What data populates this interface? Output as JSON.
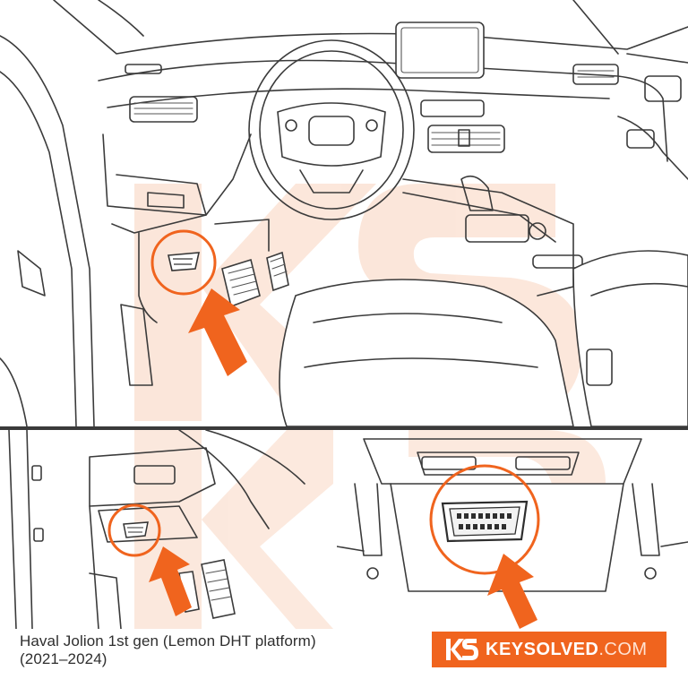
{
  "caption": {
    "line1": "Haval Jolion 1st gen (Lemon DHT platform)",
    "line2": "(2021–2024)"
  },
  "branding": {
    "logo_text": "KEYSOLVED",
    "logo_suffix": ".COM",
    "watermark_lettering": "KS"
  },
  "colors": {
    "accent": "#f0641e",
    "line": "#3b3b3b",
    "watermark": "#f9c9ad"
  },
  "icons": {
    "arrow": "arrow-icon",
    "obd_port": "obd-port-icon",
    "highlight": "highlight-circle"
  }
}
